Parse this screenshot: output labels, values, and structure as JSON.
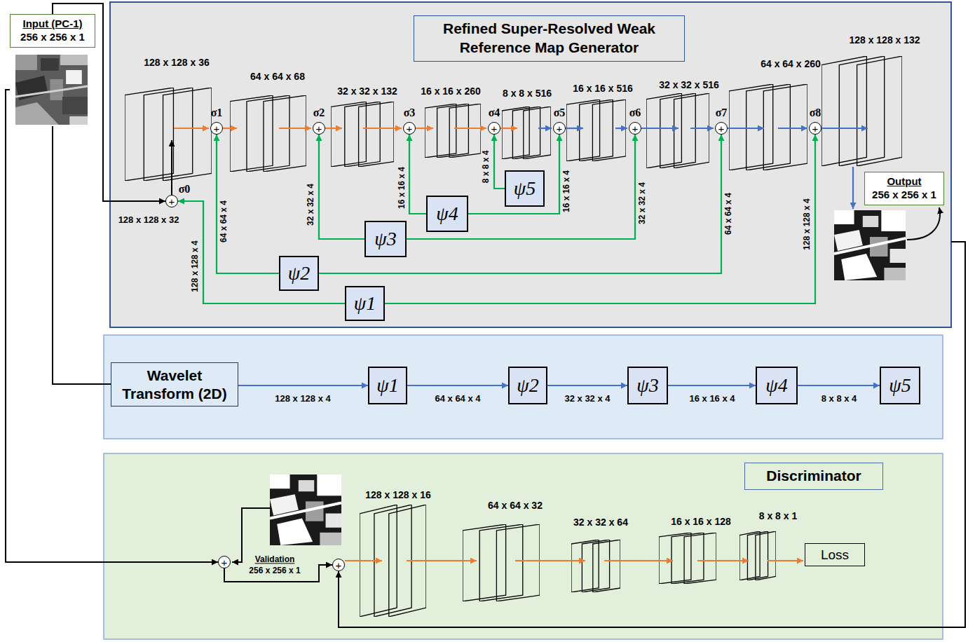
{
  "diagram": {
    "nodes": [
      {
        "text": [
          "Input (PC-1)",
          "256 x 256 x 1"
        ]
      },
      {
        "text": [
          "Refined Super-Resolved Weak Reference Map Generator"
        ]
      },
      {
        "text": [
          "σ0",
          "+"
        ],
        "in": 1
      },
      {
        "text": [
          "σ1",
          "+"
        ],
        "in": 1
      },
      {
        "text": [
          "σ2",
          "+"
        ],
        "in": 1
      },
      {
        "text": [
          "σ3",
          "+"
        ],
        "in": 1
      },
      {
        "text": [
          "σ4",
          "+"
        ],
        "in": 1
      },
      {
        "text": [
          "σ5",
          "+"
        ],
        "in": 1
      },
      {
        "text": [
          "σ6",
          "+"
        ],
        "in": 1
      },
      {
        "text": [
          "σ7",
          "+"
        ],
        "in": 1
      },
      {
        "text": [
          "σ8",
          "+"
        ],
        "in": 1
      },
      {
        "text": [
          "ψ5"
        ],
        "in": 1
      },
      {
        "text": [
          "ψ4"
        ],
        "in": 1
      },
      {
        "text": [
          "ψ3"
        ],
        "in": 1
      },
      {
        "text": [
          "ψ2"
        ],
        "in": 1
      },
      {
        "text": [
          "ψ1"
        ],
        "in": 1
      },
      {
        "text": [
          "Output",
          "256 x 256 x 1"
        ],
        "in": 1
      },
      {
        "text": [
          "Wavelet Transform (2D)"
        ]
      },
      {
        "text": [
          "ψ1"
        ]
      },
      {
        "text": [
          "ψ2"
        ]
      },
      {
        "text": [
          "ψ3"
        ]
      },
      {
        "text": [
          "ψ4"
        ]
      },
      {
        "text": [
          "ψ5"
        ]
      },
      {
        "text": [
          "Discriminator"
        ]
      },
      {
        "text": [
          "+"
        ],
        "in": 23
      },
      {
        "text": [
          "+"
        ],
        "in": 23
      },
      {
        "text": [
          "Loss"
        ],
        "in": 23
      }
    ],
    "edges": [
      {
        "from": 0,
        "to": 2,
        "arrow": "to"
      },
      {
        "from": 0,
        "to": 17,
        "arrow": "none"
      },
      {
        "from": 0,
        "to": 24,
        "arrow": "to"
      },
      {
        "from": 11,
        "to": 6,
        "label": "8 x 8 x 4",
        "arrow": "to"
      },
      {
        "from": 12,
        "to": 5,
        "label": "16 x 16 x 4",
        "arrow": "to"
      },
      {
        "from": 12,
        "to": 7,
        "label": "16 x 16 x 4",
        "arrow": "to"
      },
      {
        "from": 13,
        "to": 4,
        "label": "32 x 32 x 4",
        "arrow": "to"
      },
      {
        "from": 13,
        "to": 8,
        "label": "32 x 32 x 4",
        "arrow": "to"
      },
      {
        "from": 14,
        "to": 3,
        "label": "64 x 64 x 4",
        "arrow": "to"
      },
      {
        "from": 14,
        "to": 9,
        "label": "64 x 64 x 4",
        "arrow": "to"
      },
      {
        "from": 15,
        "to": 2,
        "label": "128 x 128 x 4",
        "arrow": "to"
      },
      {
        "from": 15,
        "to": 10,
        "label": "128 x 128 x 4",
        "arrow": "to"
      },
      {
        "from": 17,
        "to": 18,
        "label": "128 x 128 x 4",
        "arrow": "to"
      },
      {
        "from": 18,
        "to": 19,
        "label": "64 x 64 x 4",
        "arrow": "to"
      },
      {
        "from": 19,
        "to": 20,
        "label": "32 x 32 x 4",
        "arrow": "to"
      },
      {
        "from": 20,
        "to": 21,
        "label": "16 x 16 x 4",
        "arrow": "to"
      },
      {
        "from": 21,
        "to": 22,
        "label": "8 x 8 x 4",
        "arrow": "to"
      },
      {
        "from": 24,
        "to": 25,
        "arrow": "to"
      },
      {
        "from": 1,
        "to": 25,
        "arrow": "to"
      }
    ],
    "labels": [
      "128 x 128 x 36",
      "64 x 64 x 68",
      "32 x 32 x 132",
      "16 x 16 x 260",
      "8 x 8 x 516",
      "16 x 16 x 516",
      "32 x 32 x 516",
      "64 x 64 x 260",
      "128 x 128 x 132",
      "128 x 128 x 32",
      "128 x 128 x 16",
      "64 x 64 x 32",
      "32 x 32 x 64",
      "16 x 16 x 128",
      "8 x 8 x 1",
      "Validation",
      "256 x 256 x 1"
    ]
  }
}
